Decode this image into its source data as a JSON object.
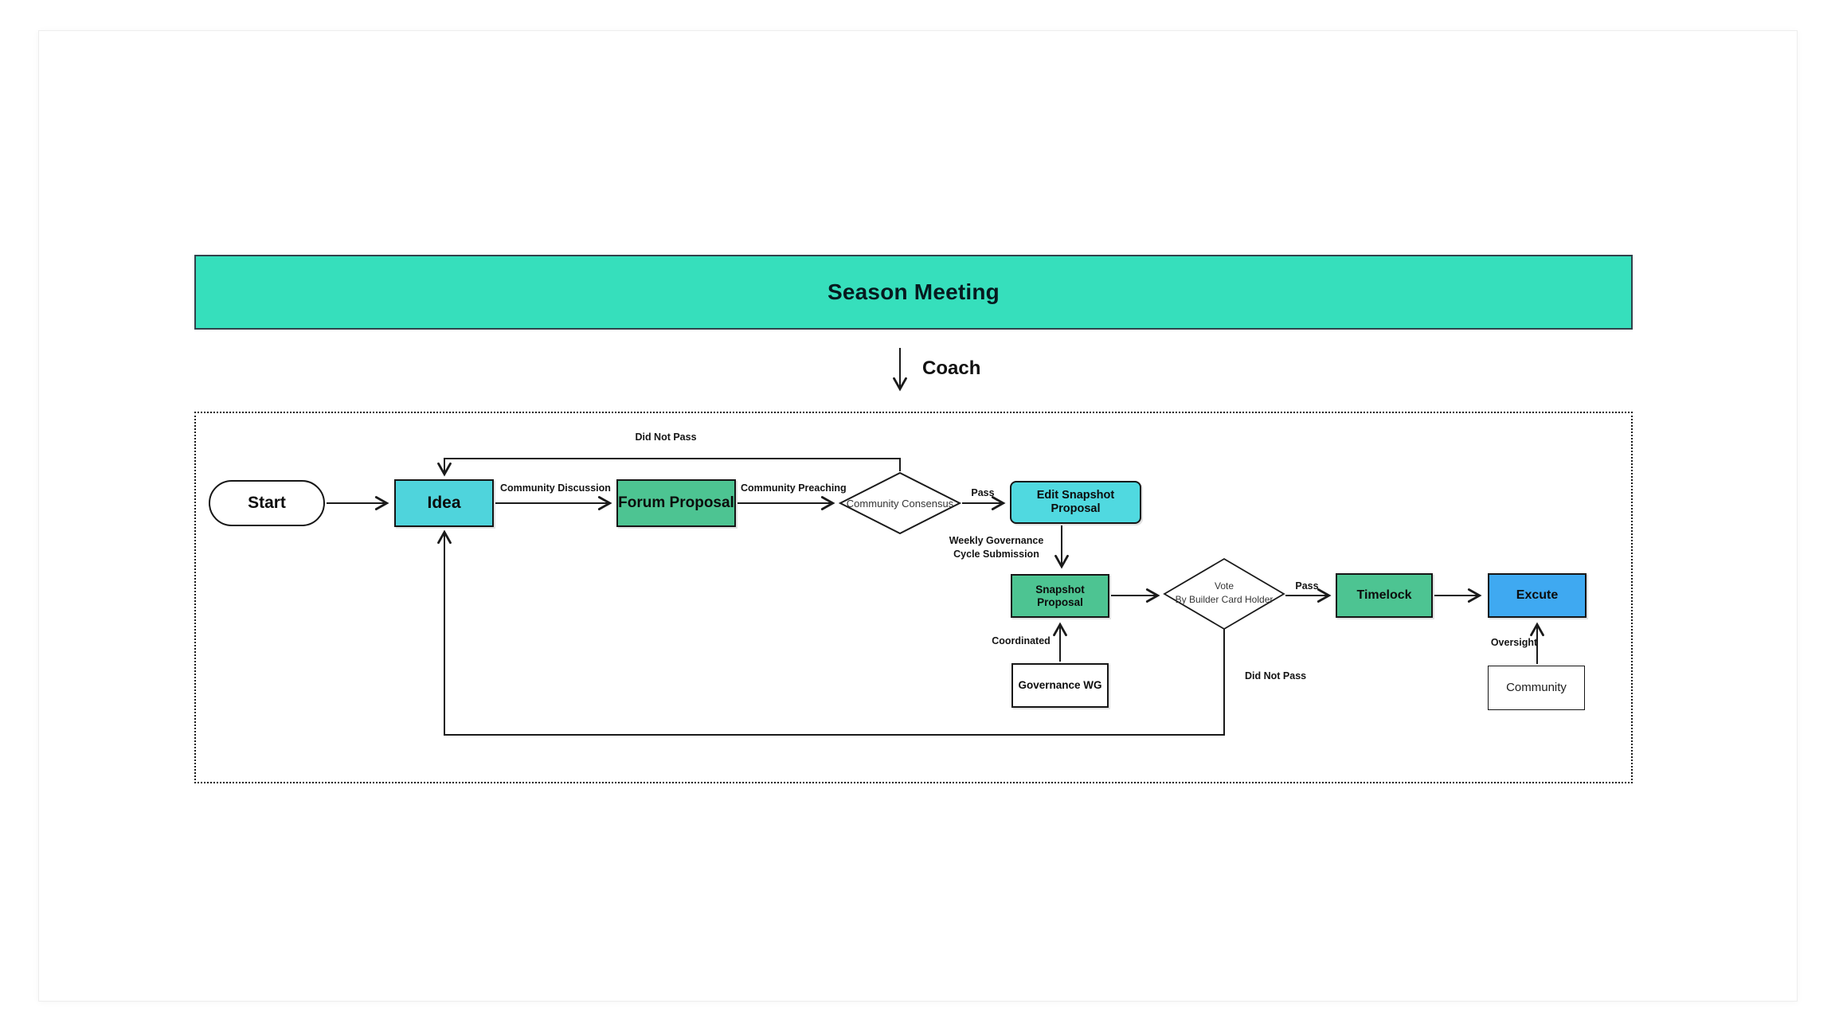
{
  "header": {
    "title": "Season Meeting"
  },
  "coach": {
    "label": "Coach"
  },
  "nodes": {
    "start": {
      "label": "Start"
    },
    "idea": {
      "label": "Idea"
    },
    "forum": {
      "label": "Forum Proposal"
    },
    "consensus": {
      "label": "Community Consensus"
    },
    "edit_snapshot": {
      "label": "Edit Snapshot Proposal"
    },
    "snapshot": {
      "label": "Snapshot Proposal"
    },
    "vote": {
      "line1": "Vote",
      "line2": "By Builder Card Holder"
    },
    "timelock": {
      "label": "Timelock"
    },
    "excute": {
      "label": "Excute"
    },
    "governance_wg": {
      "label": "Governance WG"
    },
    "community": {
      "label": "Community"
    }
  },
  "edges": {
    "community_discussion": "Community Discussion",
    "community_preaching": "Community Preaching",
    "pass_consensus": "Pass",
    "did_not_pass_top": "Did Not Pass",
    "weekly_governance_1": "Weekly Governance",
    "weekly_governance_2": "Cycle Submission",
    "coordinated": "Coordinated",
    "pass_vote": "Pass",
    "oversight": "Oversight",
    "did_not_pass_bottom": "Did Not Pass"
  },
  "colors": {
    "banner_teal": "#36DFBC",
    "cyan_node": "#4FD4DC",
    "green_node": "#4DC492",
    "blue_node": "#3FA9F1",
    "line": "#1a1a1a"
  }
}
